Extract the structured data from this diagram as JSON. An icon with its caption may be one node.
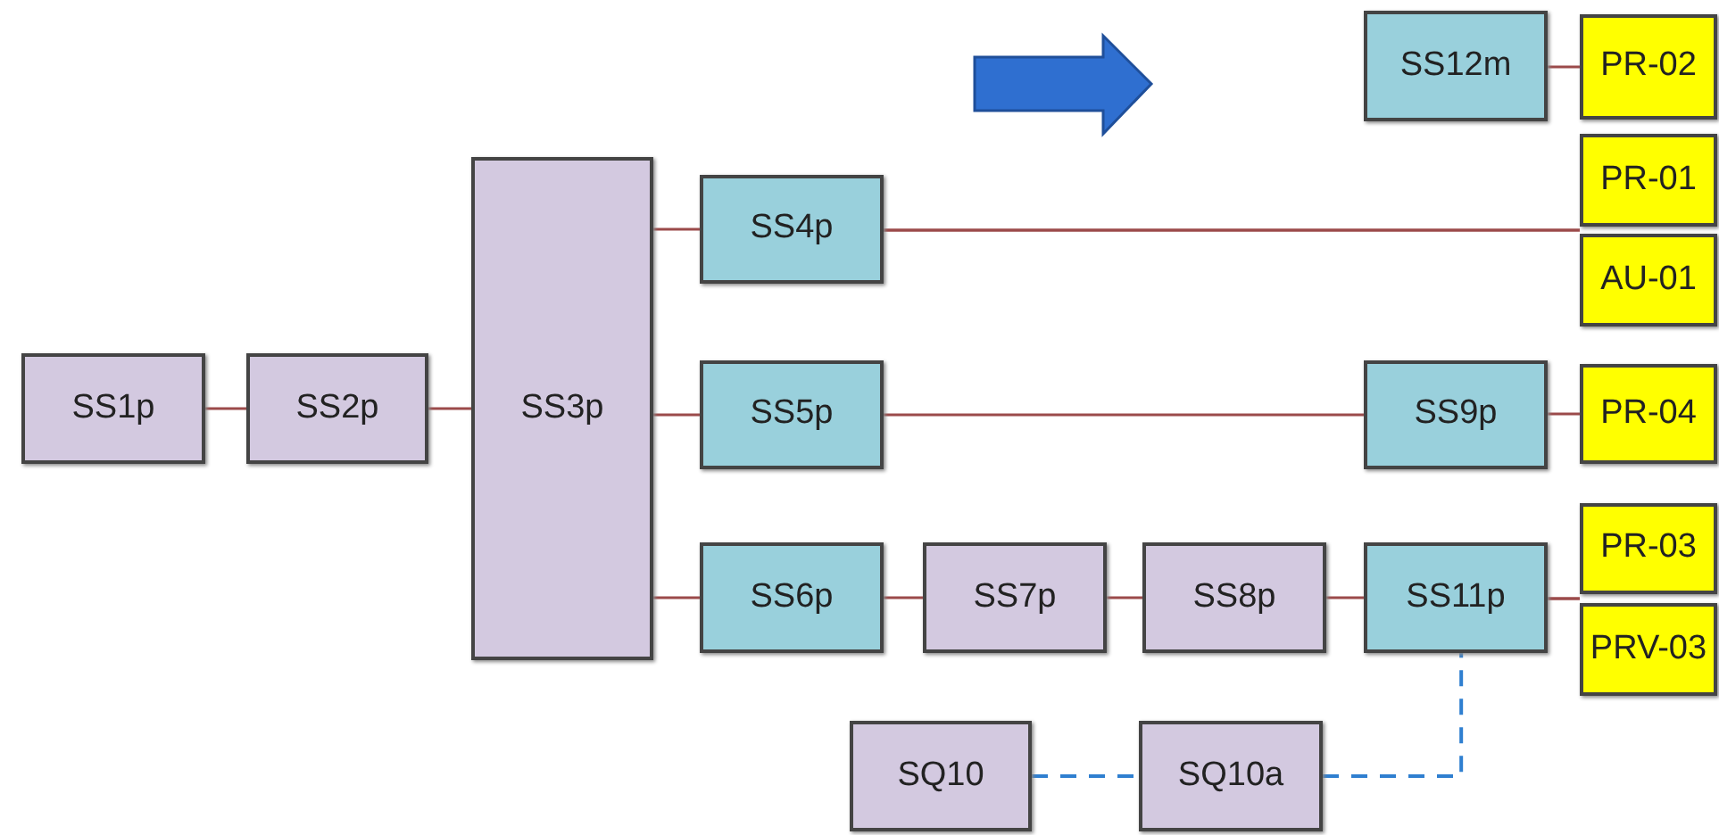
{
  "diagram": {
    "nodes": [
      {
        "text": [
          "SS1p"
        ]
      },
      {
        "text": [
          "SS2p"
        ]
      },
      {
        "text": [
          "SS3p"
        ]
      },
      {
        "text": [
          "SS4p"
        ]
      },
      {
        "text": [
          "SS5p"
        ]
      },
      {
        "text": [
          "SS6p"
        ]
      },
      {
        "text": [
          "SS7p"
        ]
      },
      {
        "text": [
          "SS8p"
        ]
      },
      {
        "text": [
          "SS11p"
        ]
      },
      {
        "text": [
          "SS9p"
        ]
      },
      {
        "text": [
          "SS12m"
        ]
      },
      {
        "text": [
          "PR-02"
        ]
      },
      {
        "text": [
          "PR-01"
        ]
      },
      {
        "text": [
          "AU-01"
        ]
      },
      {
        "text": [
          "PR-04"
        ]
      },
      {
        "text": [
          "PR-03"
        ]
      },
      {
        "text": [
          "PRV-03"
        ]
      },
      {
        "text": [
          "SQ10"
        ]
      },
      {
        "text": [
          "SQ10a"
        ]
      }
    ],
    "edges": [
      {
        "from": 0,
        "to": 1,
        "arrow": "none"
      },
      {
        "from": 1,
        "to": 2,
        "arrow": "none"
      },
      {
        "from": 2,
        "to": 3,
        "arrow": "none"
      },
      {
        "from": 2,
        "to": 4,
        "arrow": "none"
      },
      {
        "from": 2,
        "to": 5,
        "arrow": "none"
      },
      {
        "from": 3,
        "to": 12,
        "arrow": "none"
      },
      {
        "from": 3,
        "to": 13,
        "arrow": "none"
      },
      {
        "from": 4,
        "to": 9,
        "arrow": "none"
      },
      {
        "from": 9,
        "to": 14,
        "arrow": "none"
      },
      {
        "from": 5,
        "to": 6,
        "arrow": "none"
      },
      {
        "from": 6,
        "to": 7,
        "arrow": "none"
      },
      {
        "from": 7,
        "to": 8,
        "arrow": "none"
      },
      {
        "from": 8,
        "to": 15,
        "arrow": "none"
      },
      {
        "from": 8,
        "to": 16,
        "arrow": "none"
      },
      {
        "from": 10,
        "to": 11,
        "arrow": "none"
      },
      {
        "from": 17,
        "to": 18,
        "arrow": "none",
        "style": "dashed",
        "color": "#2f7fd0"
      },
      {
        "from": 18,
        "to": 8,
        "arrow": "none",
        "style": "dashed",
        "color": "#2f7fd0"
      }
    ]
  }
}
